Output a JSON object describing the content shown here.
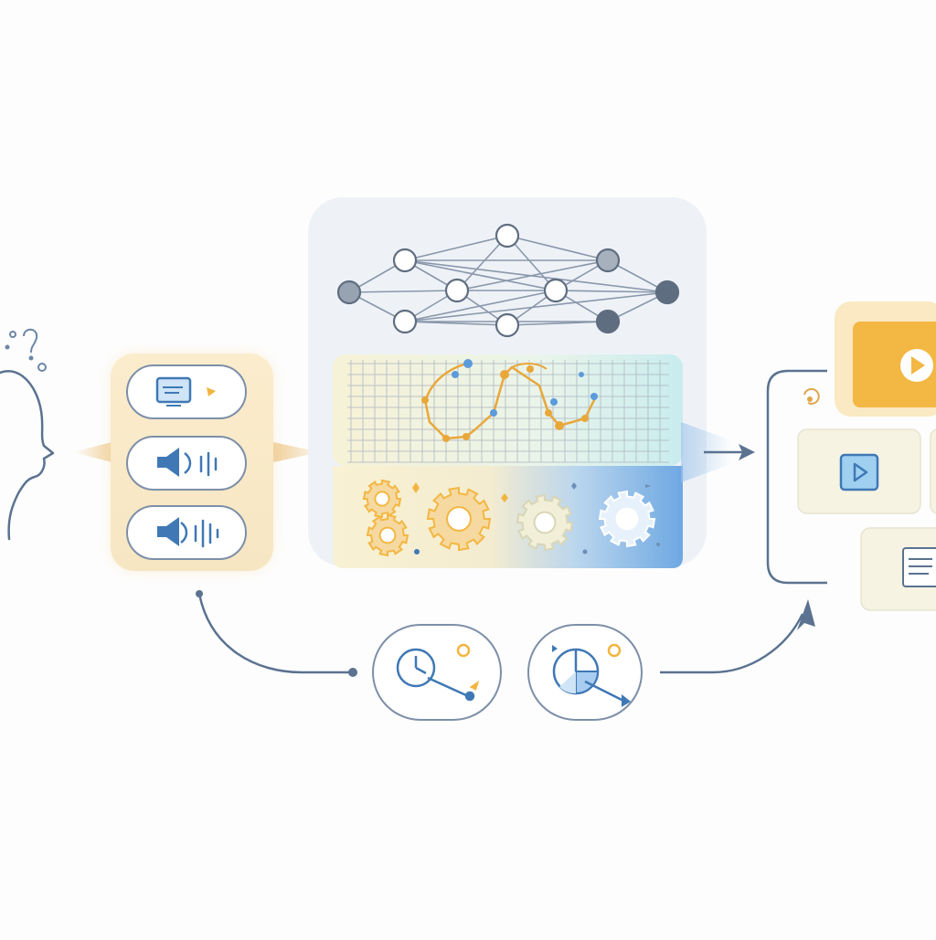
{
  "diagram": {
    "kind": "ai-pipeline-illustration",
    "stages": [
      {
        "id": "user",
        "icon": "head-profile-icon"
      },
      {
        "id": "input-modalities",
        "items": [
          "screen-icon",
          "speaker-icon",
          "speaker-icon"
        ]
      },
      {
        "id": "model",
        "parts": [
          "neural-network",
          "data-grid",
          "gears"
        ]
      },
      {
        "id": "outputs",
        "items": [
          "play-icon",
          "video-icon",
          "document-icon"
        ]
      }
    ],
    "feedback_nodes": [
      "clock-icon",
      "pie-timer-icon"
    ]
  },
  "colors": {
    "line": "#5b7290",
    "node_stroke": "#6b7d95",
    "node_dark": "#5f6d80",
    "node_mid": "#98a3b1",
    "panel_bg": "#eef2f7",
    "cream": "#f8f1dd",
    "gold": "#f3b743",
    "gold_light": "#f6d9a0",
    "blue": "#5b9bdc",
    "blue_light": "#a8cdf0"
  }
}
